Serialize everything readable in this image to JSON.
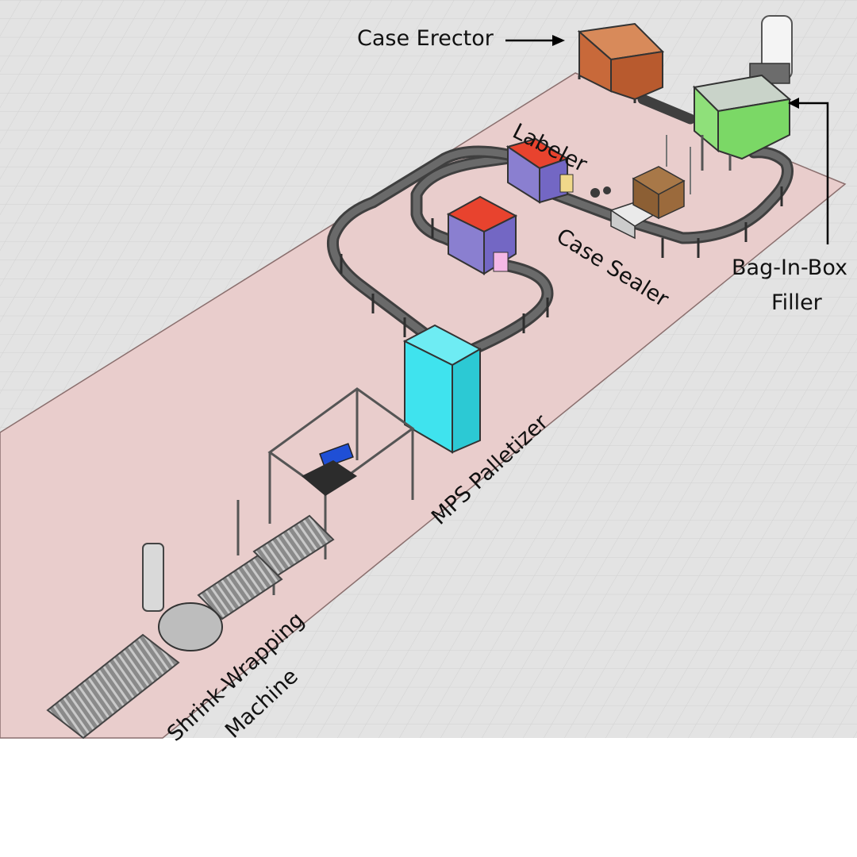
{
  "labels": {
    "case_erector": "Case Erector",
    "labeler": "Labeler",
    "case_sealer": "Case Sealer",
    "bag_in_box_line1": "Bag-In-Box",
    "bag_in_box_line2": "Filler",
    "mps_palletizer": "MPS Palletizer",
    "shrink_line1": "Shrink-Wrapping",
    "shrink_line2": "Machine"
  },
  "colors": {
    "floor_zone": "#e9cdcc",
    "grid_background": "#e3e3e3",
    "case_erector_fill": "#c8693a",
    "palletizer_fill": "#3fe3ee",
    "bag_in_box_frame": "#8fe07a",
    "guard_red": "#e8432e",
    "guard_purple": "#8a7fd0",
    "conveyor": "#4a4a4a",
    "pallet_robot_blue": "#1f4fd6",
    "case_box": "#9b6a3c"
  },
  "icons": [
    "arrow-right-icon",
    "arrow-down-bent-icon"
  ]
}
